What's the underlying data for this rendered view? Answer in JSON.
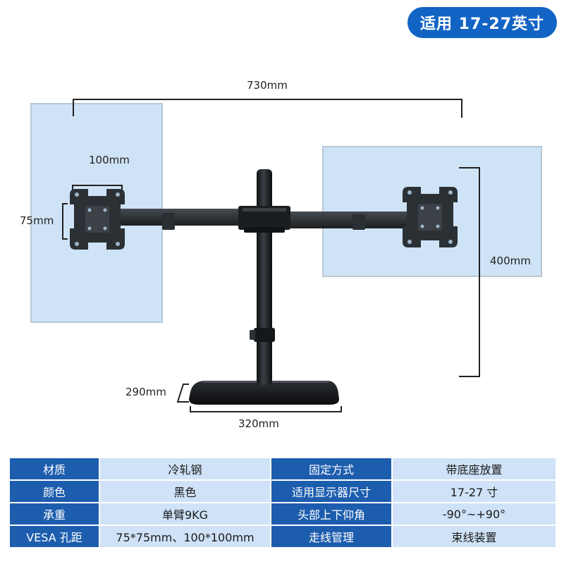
{
  "badge": "适用 17-27英寸",
  "dimensions": {
    "overall_width": "730mm",
    "vesa_width": "100mm",
    "vesa_height": "75mm",
    "monitor_height": "400mm",
    "base_depth": "290mm",
    "base_width": "320mm"
  },
  "specs": [
    {
      "h1": "材质",
      "v1": "冷轧钢",
      "h2": "固定方式",
      "v2": "带底座放置"
    },
    {
      "h1": "颜色",
      "v1": "黑色",
      "h2": "适用显示器尺寸",
      "v2": "17-27 寸"
    },
    {
      "h1": "承重",
      "v1": "单臂9KG",
      "h2": "头部上下仰角",
      "v2": "-90°~+90°"
    },
    {
      "h1": "VESA 孔距",
      "v1": "75*75mm、100*100mm",
      "h2": "走线管理",
      "v2": "束线装置"
    }
  ],
  "colors": {
    "badge_bg": "#1264c4",
    "header_cell": "#1d5dae",
    "value_cell": "#cfe2f7",
    "monitor_fill": "#cfe3f6",
    "steel": "#1e2226"
  }
}
